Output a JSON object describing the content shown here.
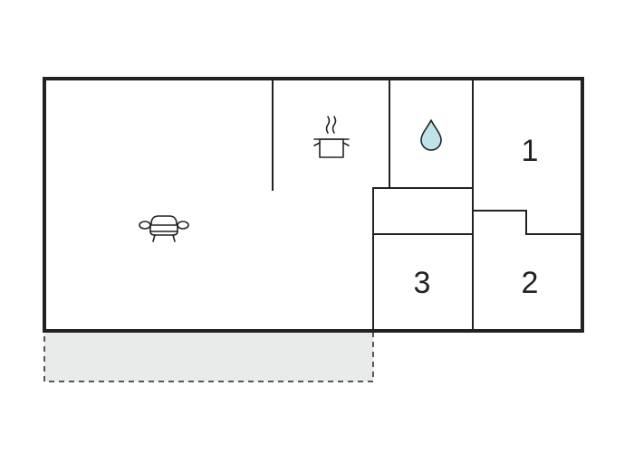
{
  "rooms": {
    "bedroom_1": {
      "label": "1"
    },
    "bedroom_2": {
      "label": "2"
    },
    "bedroom_3": {
      "label": "3"
    }
  },
  "icons": {
    "living_room": "sofa-icon",
    "kitchen": "cooking-pot-icon",
    "bathroom": "water-drop-icon"
  },
  "colors": {
    "wall": "#222222",
    "water_drop": "#bfe3ea",
    "terrace": "#e8ebea"
  }
}
